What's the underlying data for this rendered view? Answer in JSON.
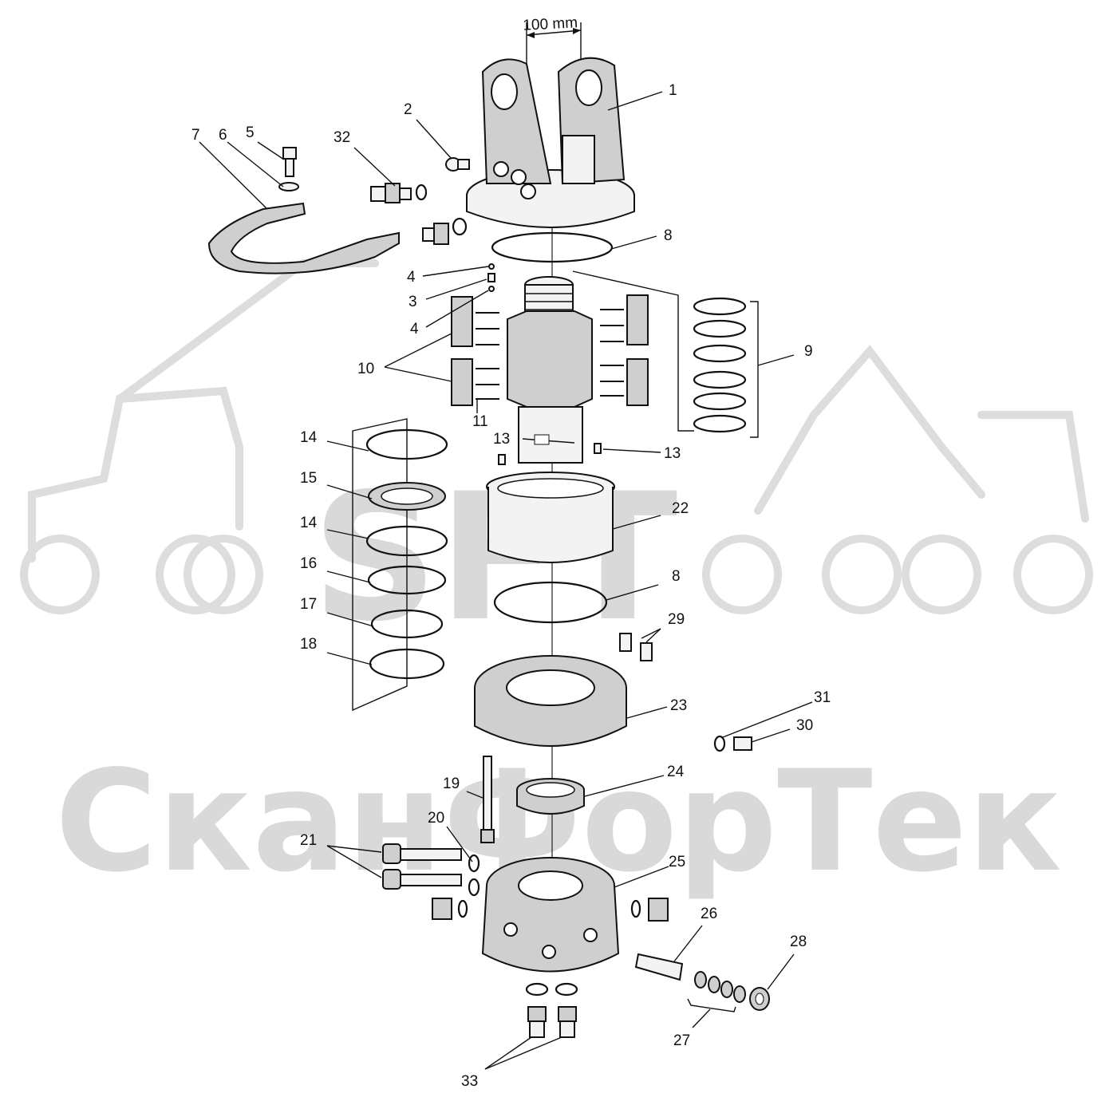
{
  "watermark": {
    "logo_text": "SFT",
    "brand_text": "СканФорТек",
    "color": "#d9d9d9"
  },
  "dimension": {
    "label": "100 mm"
  },
  "callouts": [
    {
      "id": "c1",
      "label": "1"
    },
    {
      "id": "c2",
      "label": "2"
    },
    {
      "id": "c3",
      "label": "3"
    },
    {
      "id": "c4a",
      "label": "4"
    },
    {
      "id": "c4b",
      "label": "4"
    },
    {
      "id": "c5",
      "label": "5"
    },
    {
      "id": "c6",
      "label": "6"
    },
    {
      "id": "c7",
      "label": "7"
    },
    {
      "id": "c8a",
      "label": "8"
    },
    {
      "id": "c8b",
      "label": "8"
    },
    {
      "id": "c9",
      "label": "9"
    },
    {
      "id": "c10",
      "label": "10"
    },
    {
      "id": "c11",
      "label": "11"
    },
    {
      "id": "c13a",
      "label": "13"
    },
    {
      "id": "c13b",
      "label": "13"
    },
    {
      "id": "c14a",
      "label": "14"
    },
    {
      "id": "c14b",
      "label": "14"
    },
    {
      "id": "c15",
      "label": "15"
    },
    {
      "id": "c16",
      "label": "16"
    },
    {
      "id": "c17",
      "label": "17"
    },
    {
      "id": "c18",
      "label": "18"
    },
    {
      "id": "c19",
      "label": "19"
    },
    {
      "id": "c20",
      "label": "20"
    },
    {
      "id": "c21",
      "label": "21"
    },
    {
      "id": "c22",
      "label": "22"
    },
    {
      "id": "c23",
      "label": "23"
    },
    {
      "id": "c24",
      "label": "24"
    },
    {
      "id": "c25",
      "label": "25"
    },
    {
      "id": "c26",
      "label": "26"
    },
    {
      "id": "c27",
      "label": "27"
    },
    {
      "id": "c28",
      "label": "28"
    },
    {
      "id": "c29",
      "label": "29"
    },
    {
      "id": "c30",
      "label": "30"
    },
    {
      "id": "c31",
      "label": "31"
    },
    {
      "id": "c32",
      "label": "32"
    },
    {
      "id": "c33",
      "label": "33"
    }
  ]
}
